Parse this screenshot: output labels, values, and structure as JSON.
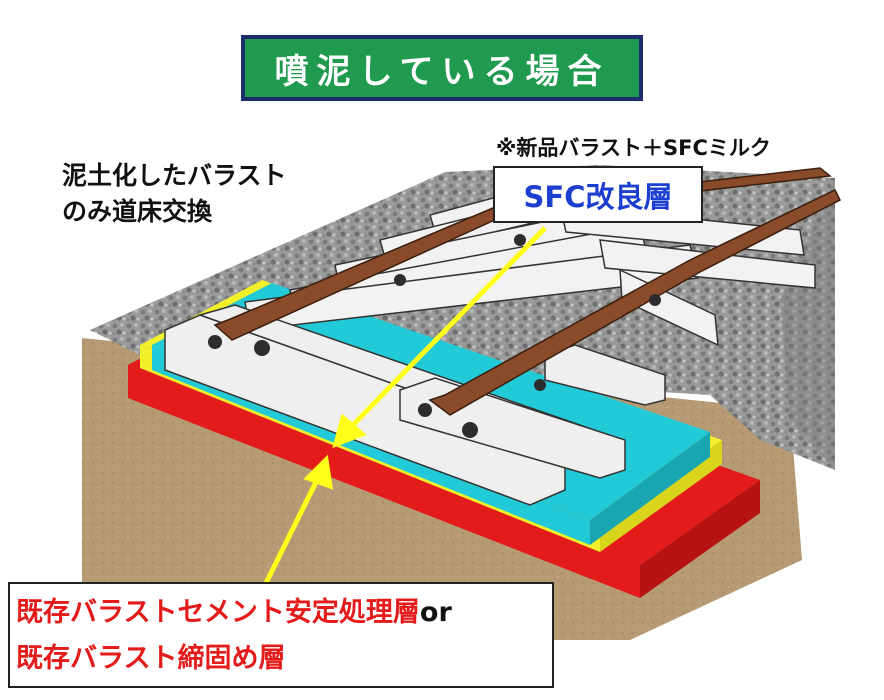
{
  "title": "噴泥している場合",
  "note_top": "※新品バラスト＋SFCミルク",
  "label_left": {
    "line1": "泥土化したバラスト",
    "line2": "のみ道床交換"
  },
  "sfc_label": "SFC改良層",
  "bottom_label": {
    "line1_red": "既存バラストセメント安定処理層",
    "line1_suffix": "or",
    "line2_red": "既存バラスト締固め層"
  },
  "colors": {
    "title_bg": "#1f9a4e",
    "title_border": "#1b2e6b",
    "sfc_text": "#1c3fcf",
    "red_layer": "#e31b1b",
    "cyan_layer": "#22c9d6",
    "yellow_layer": "#f2ef2b",
    "soil": "#b59a74",
    "rail": "#8a4b2a",
    "arrow": "#ffff1a"
  }
}
